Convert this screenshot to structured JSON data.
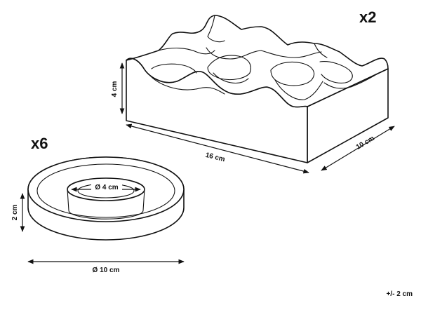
{
  "tray": {
    "quantity_label": "x2",
    "height_label": "4 cm",
    "length_label": "16 cm",
    "width_label": "10 cm"
  },
  "holder": {
    "quantity_label": "x6",
    "inner_diameter_label": "Ø 4 cm",
    "height_label": "2 cm",
    "outer_diameter_label": "Ø 10 cm"
  },
  "tolerance_label": "+/- 2 cm",
  "colors": {
    "line": "#111111",
    "background": "#ffffff"
  }
}
